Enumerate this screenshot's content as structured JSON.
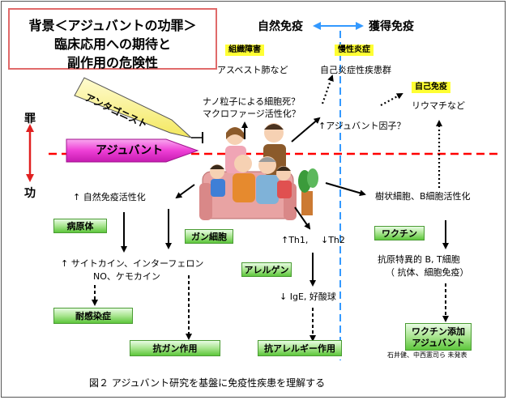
{
  "title": {
    "line1": "背景＜アジュバントの功罪＞",
    "line2": "臨床応用への期待と",
    "line3": "副作用の危険性"
  },
  "headers": {
    "innate": "自然免疫",
    "acquired": "獲得免疫"
  },
  "axis": {
    "sin": "罪",
    "merit": "功"
  },
  "arrows": {
    "antagonist": "アンタゴニスト",
    "adjuvant": "アジュバント"
  },
  "labels": {
    "tissue_damage": "組織障害",
    "asbestos": "アスベスト肺など",
    "nano_line1": "ナノ粒子による細胞死？",
    "nano_line2": "マクロファージ活性化？",
    "chronic_inflammation": "慢性炎症",
    "autoinflammatory": "自己炎症性疾患群",
    "autoimmunity": "自己免疫",
    "rheumatism": "リウマチなど",
    "adjuvant_factor": "↑アジュバント因子？",
    "innate_activation": "↑ 自然免疫活性化",
    "dc_b_activation": "樹状細胞、B細胞活性化",
    "pathogen": "病原体",
    "cancer_cell": "ガン細胞",
    "th1": "↑Th1,",
    "th2": "↓Th2",
    "cytokine_line1": "↑ サイトカイン、インターフェロン",
    "cytokine_line2": "NO、ケモカイン",
    "allergen": "アレルゲン",
    "ige": "↓ IgE, 好酸球",
    "vaccine": "ワクチン",
    "antigen_line1": "抗原特異的 B, T細胞",
    "antigen_line2": "（ 抗体、細胞免疫）",
    "infection_resistance": "耐感染症",
    "anticancer": "抗ガン作用",
    "antiallergy": "抗アレルギー作用",
    "vaccine_adjuvant_line1": "ワクチン添加",
    "vaccine_adjuvant_line2": "アジュバント",
    "credit": "石井健、中西憲司ら 未発表"
  },
  "caption": "図２ アジュバント研究を基盤に免疫性疾患を理解する",
  "colors": {
    "divider": "#3399ff",
    "baseline": "#ff0000",
    "yellow_box": "#ffff33",
    "green_box": "#5ec63c",
    "title_border": "#e06a6a",
    "adjuvant_arrow": "#ee3fd6",
    "antagonist_arrow": "#fbf58a"
  }
}
